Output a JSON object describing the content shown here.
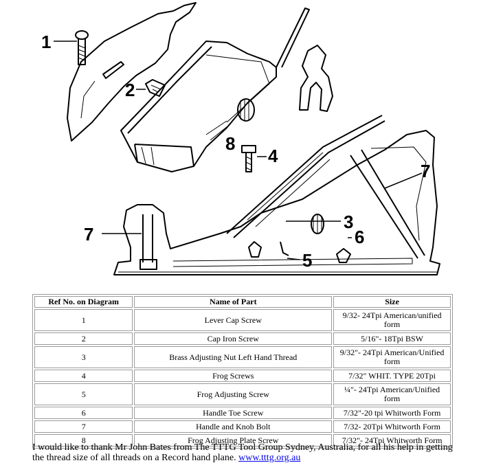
{
  "diagram": {
    "callouts": [
      "1",
      "2",
      "8",
      "4",
      "7",
      "3",
      "6",
      "7",
      "5"
    ]
  },
  "table": {
    "headers": [
      "Ref No. on Diagram",
      "Name of Part",
      "Size"
    ],
    "rows": [
      {
        "ref": "1",
        "name": "Lever Cap Screw",
        "size": "9/32- 24Tpi American/unified form"
      },
      {
        "ref": "2",
        "name": "Cap Iron Screw",
        "size": "5/16\"- 18Tpi BSW"
      },
      {
        "ref": "3",
        "name": "Brass Adjusting Nut Left Hand Thread",
        "size": "9/32\"- 24Tpi American/Unified form"
      },
      {
        "ref": "4",
        "name": "Frog Screws",
        "size": "7/32\" WHIT. TYPE 20Tpi"
      },
      {
        "ref": "5",
        "name": "Frog Adjusting Screw",
        "size": "¼\"- 24Tpi American/Unified form"
      },
      {
        "ref": "6",
        "name": "Handle Toe Screw",
        "size": "7/32\"-20 tpi Whitworth Form"
      },
      {
        "ref": "7",
        "name": "Handle and Knob Bolt",
        "size": "7/32- 20Tpi Whitworth Form"
      },
      {
        "ref": "8",
        "name": "Frog Adjusting Plate Screw",
        "size": "7/32\"- 24Tpi Whitworth Form"
      }
    ]
  },
  "note": {
    "text": "I would like to thank Mr John Bates from The TTTG Tool Group Sydney, Australia, for all his help in getting the thread size of all threads on a Record hand plane.",
    "link": "www.tttg.org.au"
  }
}
